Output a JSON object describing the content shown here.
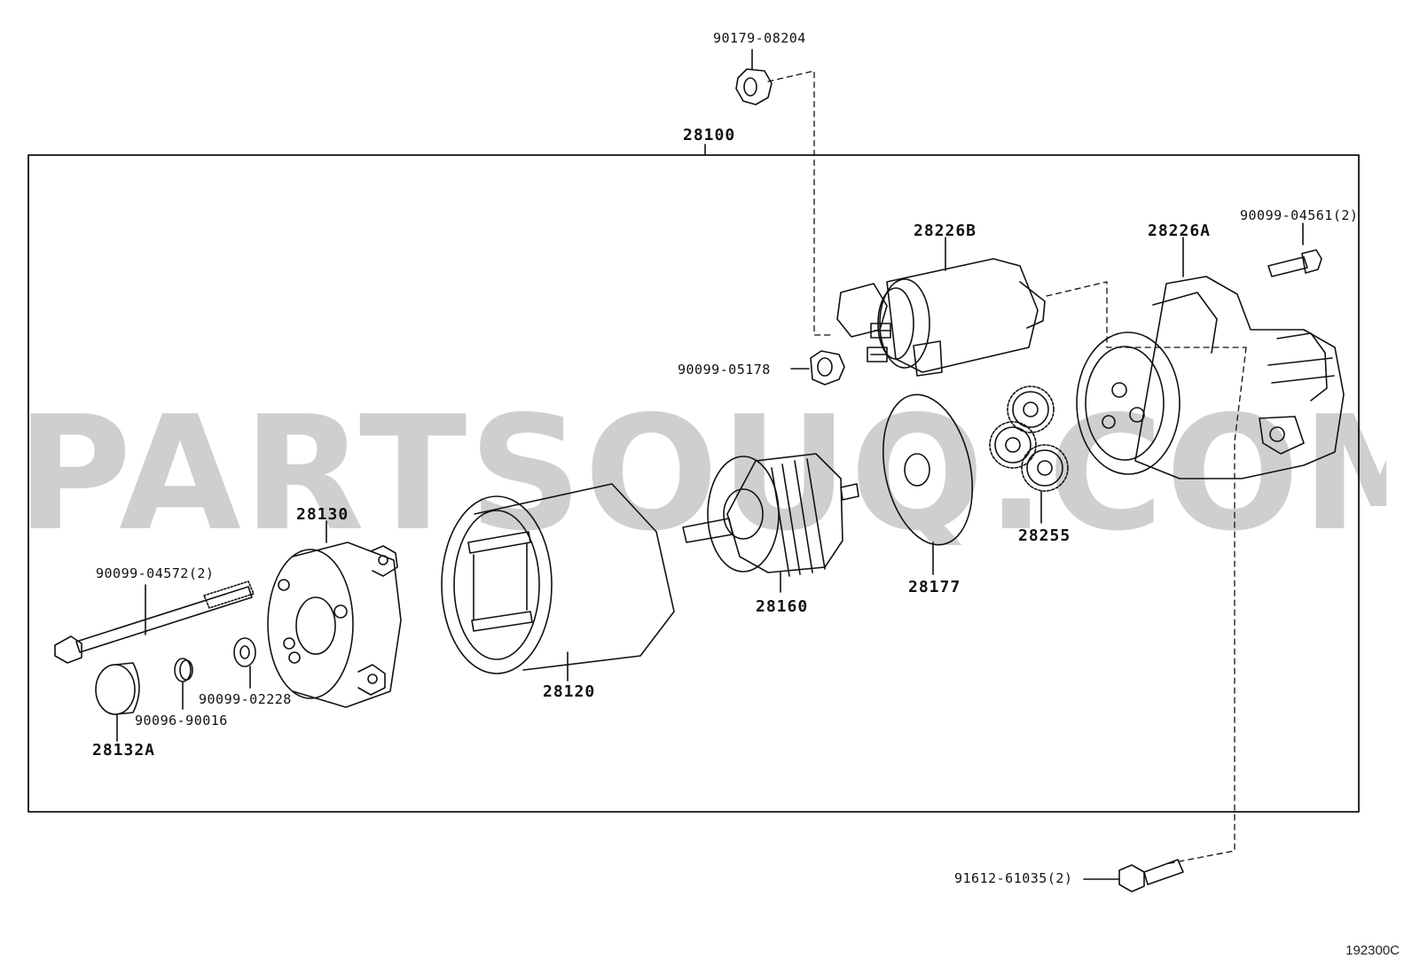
{
  "watermark": "PARTSOUQ.COM",
  "diagram_code": "192300C",
  "callouts": {
    "c90179_08204": "90179-08204",
    "c28100": "28100",
    "c28226B": "28226B",
    "c28226A": "28226A",
    "c90099_04561": "90099-04561(2)",
    "c90099_05178": "90099-05178",
    "c28130": "28130",
    "c90099_04572": "90099-04572(2)",
    "c28177": "28177",
    "c28255": "28255",
    "c28160": "28160",
    "c28120": "28120",
    "c90099_02228": "90099-02228",
    "c90096_90016": "90096-90016",
    "c28132A": "28132A",
    "c91612_61035": "91612-61035(2)"
  }
}
